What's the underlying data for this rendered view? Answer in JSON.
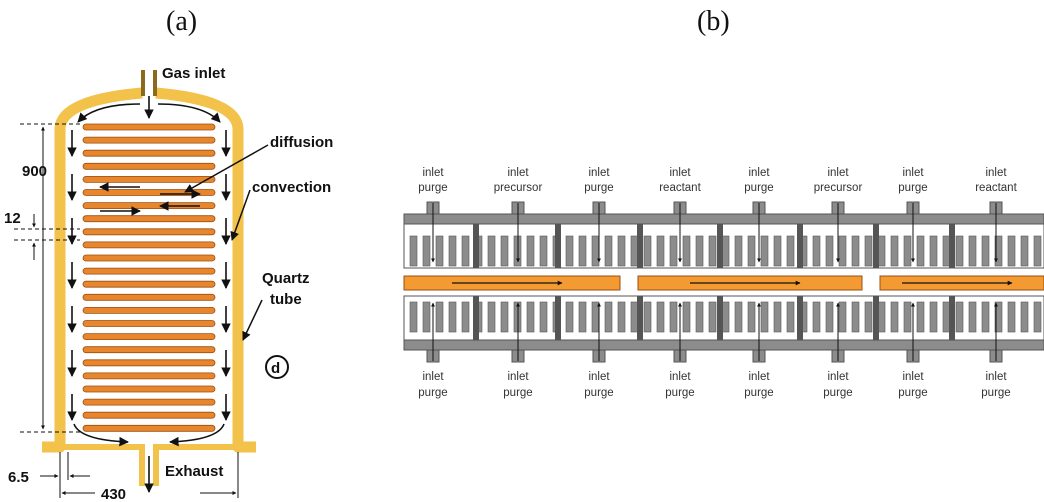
{
  "panels": {
    "a": {
      "label": "(a)",
      "gas_inlet": "Gas inlet",
      "diffusion": "diffusion",
      "convection": "convection",
      "quartz_line1": "Quartz",
      "quartz_line2": "tube",
      "d_marker": "d",
      "exhaust": "Exhaust",
      "dim_900": "900",
      "dim_12": "12",
      "dim_6_5": "6.5",
      "dim_430": "430"
    },
    "b": {
      "label": "(b)",
      "top_labels": [
        {
          "l1": "inlet",
          "l2": "purge"
        },
        {
          "l1": "inlet",
          "l2": "precursor"
        },
        {
          "l1": "inlet",
          "l2": "purge"
        },
        {
          "l1": "inlet",
          "l2": "reactant"
        },
        {
          "l1": "inlet",
          "l2": "purge"
        },
        {
          "l1": "inlet",
          "l2": "precursor"
        },
        {
          "l1": "inlet",
          "l2": "purge"
        },
        {
          "l1": "inlet",
          "l2": "reactant"
        }
      ],
      "bottom_labels": [
        {
          "l1": "inlet",
          "l2": "purge"
        },
        {
          "l1": "inlet",
          "l2": "purge"
        },
        {
          "l1": "inlet",
          "l2": "purge"
        },
        {
          "l1": "inlet",
          "l2": "purge"
        },
        {
          "l1": "inlet",
          "l2": "purge"
        },
        {
          "l1": "inlet",
          "l2": "purge"
        },
        {
          "l1": "inlet",
          "l2": "purge"
        },
        {
          "l1": "inlet",
          "l2": "purge"
        }
      ]
    }
  },
  "colors": {
    "quartz_wall": "#f2c24a",
    "quartz_edge": "#8a6a1c",
    "wafer": "#e8862e",
    "wafer_edge": "#9a4f10",
    "substrate": "#f39a32",
    "manifold": "#8c8c8c",
    "manifold_dark": "#555555",
    "arrow": "#111111"
  }
}
